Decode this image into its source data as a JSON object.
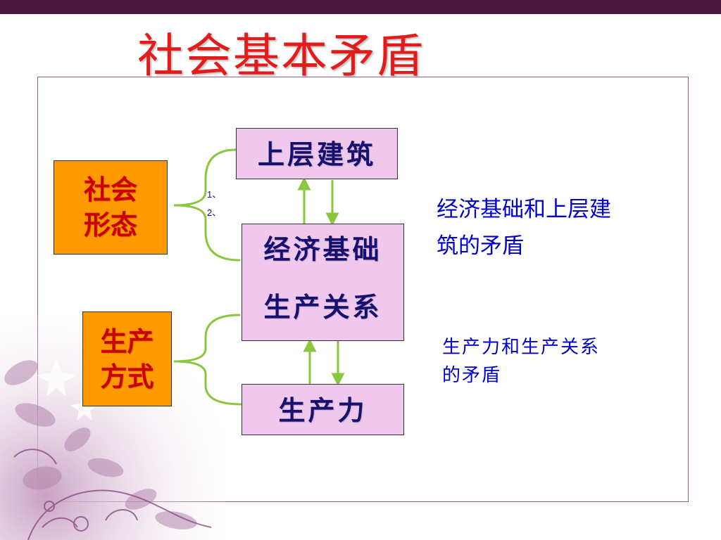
{
  "title": "社会基本矛盾",
  "colors": {
    "title": "#e41b1b",
    "top_bar": "#4a1942",
    "pink_box": "#f0c8ee",
    "orange_box": "#ff9900",
    "orange_text": "#cc0000",
    "box_text": "#16106e",
    "caption_text": "#0000cc",
    "connector": "#8cc63f",
    "frame": "#9c5a92"
  },
  "boxes": {
    "superstructure": "上层建筑",
    "economic_base_line1": "经济基础",
    "economic_base_line2": "生产关系",
    "productive_forces": "生产力"
  },
  "left_boxes": {
    "social_form": [
      "社会",
      "形态"
    ],
    "mode_of_production": [
      "生产",
      "方式"
    ]
  },
  "markers": [
    "1、",
    "2、"
  ],
  "captions": {
    "base_superstructure": [
      "经济基础和上层建",
      "筑的矛盾"
    ],
    "forces_relations": [
      "生产力和生产关系",
      "的矛盾"
    ]
  },
  "icons": {
    "decoration": "floral-decoration-icon",
    "arrows": "arrow-icon"
  }
}
